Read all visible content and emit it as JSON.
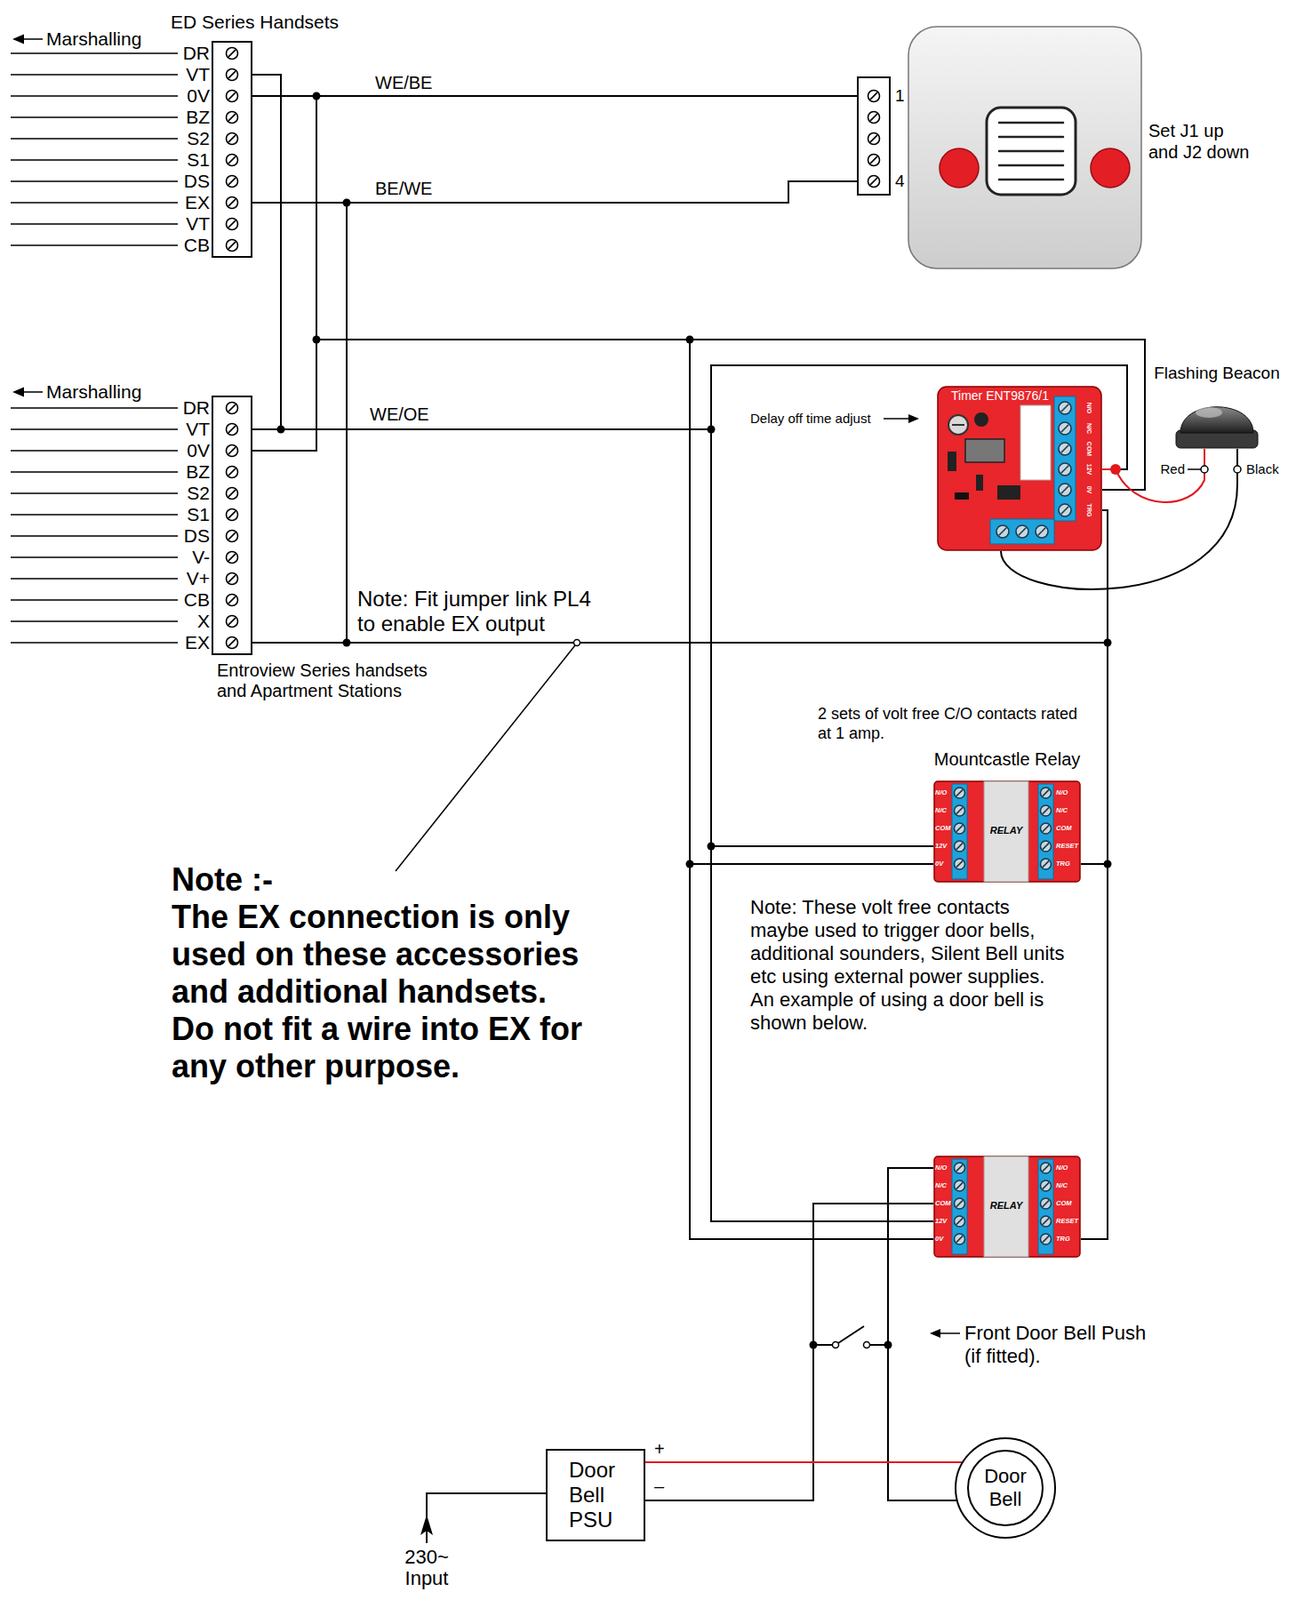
{
  "diagram": {
    "nodes": [
      {
        "text": [
          "ED Series Handsets"
        ]
      },
      {
        "text": [
          "Set J1 up and J2 down"
        ]
      },
      {
        "text": [
          "Entroview Series handsets and Apartment Stations"
        ]
      },
      {
        "text": [
          "Timer ENT9876/1"
        ]
      },
      {
        "text": [
          "Flashing Beacon"
        ]
      },
      {
        "text": [
          "Mountcastle Relay",
          "RELAY"
        ]
      },
      {
        "text": [
          "RELAY"
        ]
      },
      {
        "text": [
          "Door Bell PSU"
        ]
      },
      {
        "text": [
          "Door Bell"
        ]
      }
    ],
    "edges": [
      {
        "from": 0,
        "to": 1,
        "label": "WE/BE",
        "arrow": "none"
      },
      {
        "from": 0,
        "to": 1,
        "label": "BE/WE",
        "arrow": "none"
      },
      {
        "from": 0,
        "to": 2,
        "arrow": "none"
      },
      {
        "from": 0,
        "to": 2,
        "arrow": "none"
      },
      {
        "from": 0,
        "to": 2,
        "arrow": "none"
      },
      {
        "from": 2,
        "to": 3,
        "label": "WE/OE",
        "arrow": "none"
      },
      {
        "from": 2,
        "to": 3,
        "arrow": "none"
      },
      {
        "from": 2,
        "to": 3,
        "arrow": "none"
      },
      {
        "from": 2,
        "to": 5,
        "arrow": "none"
      },
      {
        "from": 2,
        "to": 5,
        "arrow": "none"
      },
      {
        "from": 2,
        "to": 5,
        "arrow": "none"
      },
      {
        "from": 2,
        "to": 6,
        "arrow": "none"
      },
      {
        "from": 2,
        "to": 6,
        "arrow": "none"
      },
      {
        "from": 2,
        "to": 6,
        "arrow": "none"
      },
      {
        "from": 3,
        "to": 4,
        "arrow": "none"
      },
      {
        "from": 3,
        "to": 4,
        "arrow": "none"
      },
      {
        "from": 6,
        "to": 7,
        "arrow": "none"
      },
      {
        "from": 6,
        "to": 8,
        "arrow": "none"
      },
      {
        "from": 7,
        "to": 8,
        "arrow": "none"
      }
    ],
    "labels": [
      "Marshalling",
      "DR",
      "VT",
      "0V",
      "BZ",
      "S2",
      "S1",
      "DS",
      "EX",
      "VT",
      "CB",
      "1",
      "4",
      "Marshalling",
      "DR",
      "VT",
      "0V",
      "BZ",
      "S2",
      "S1",
      "DS",
      "V-",
      "V+",
      "CB",
      "X",
      "EX",
      "Note: Fit jumper link PL4 to enable EX output",
      "Delay off time adjust",
      "N/O",
      "N/C",
      "COM",
      "12V",
      "0V",
      "TRG",
      "Red",
      "Black",
      "2 sets of volt free C/O contacts rated at 1 amp.",
      "N/O",
      "N/C",
      "COM",
      "12V",
      "0V",
      "N/O",
      "N/C",
      "COM",
      "RESET",
      "TRG",
      "Note: These volt free contacts maybe used to trigger door bells, additional sounders, Silent Bell units etc using external power supplies. An example of using a door bell is shown below.",
      "Note :-",
      "The EX connection is only used on these accessories and additional handsets. Do not fit a wire into EX for any other purpose.",
      "N/O",
      "N/C",
      "COM",
      "12V",
      "0V",
      "N/O",
      "N/C",
      "COM",
      "RESET",
      "TRG",
      "Front Door Bell Push (if fitted).",
      "+",
      "–",
      "230~ Input"
    ]
  }
}
